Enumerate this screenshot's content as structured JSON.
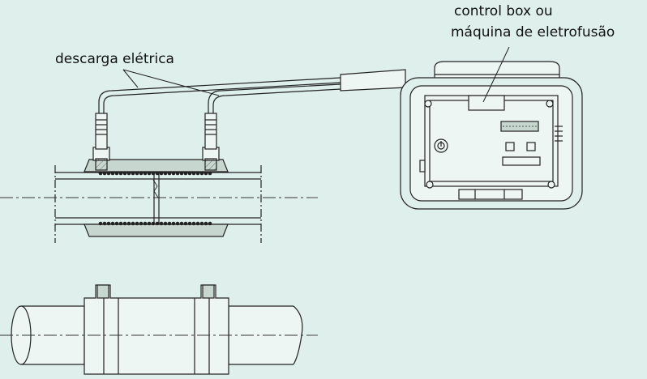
{
  "labels": {
    "discharge": "descarga elétrica",
    "control_line1": "control box ou",
    "control_line2": "máquina de eletrofusão"
  },
  "colors": {
    "background": "#dff0ec",
    "stroke": "#222222",
    "fill_light": "#eef6f3",
    "fill_shade": "#c8d6d0",
    "centerline": "#333333"
  }
}
